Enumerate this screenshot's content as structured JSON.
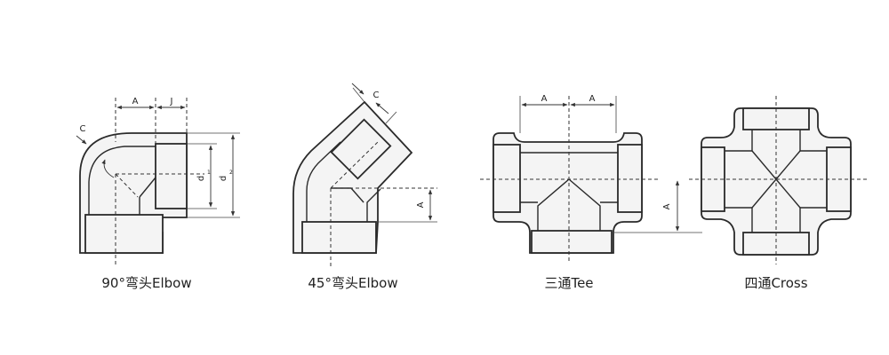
{
  "figures": [
    {
      "caption": "90°弯头Elbow",
      "dims": {
        "a": "A",
        "j": "J",
        "c": "C",
        "d1": "d",
        "d1_sub": "1",
        "d2": "d",
        "d2_sub": "2"
      }
    },
    {
      "caption": "45°弯头Elbow",
      "dims": {
        "c": "C",
        "a": "A"
      }
    },
    {
      "caption": "三通Tee",
      "dims": {
        "a_left": "A",
        "a_right": "A",
        "a_side": "A"
      }
    },
    {
      "caption": "四通Cross",
      "dims": {}
    }
  ],
  "colors": {
    "stroke": "#2a2a2a",
    "fill": "#f4f4f4",
    "background": "#ffffff"
  }
}
